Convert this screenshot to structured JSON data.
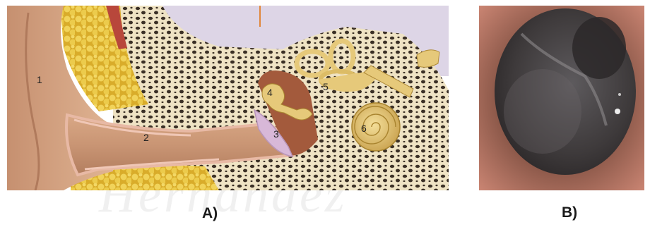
{
  "panel_a": {
    "caption": "A)",
    "labels": {
      "outer_ear": "1",
      "ear_canal": "2",
      "eardrum": "3",
      "ossicles": "4",
      "semicircular_canals": "5",
      "cochlea": "6"
    }
  },
  "panel_b": {
    "caption": "B)"
  },
  "watermark": "Hernández",
  "colors": {
    "skin": "#d6a17f",
    "canal": "#c49070",
    "fat": "#e8c64a",
    "bone_bg": "#efe3c4",
    "bone_holes": "#3b3026",
    "inner_ear": "#e6c97a",
    "eardrum": "#d8b8d8",
    "sky": "#ddd5e6",
    "otoscope_dark": "#3e3a3b",
    "otoscope_skin": "#c98472"
  }
}
